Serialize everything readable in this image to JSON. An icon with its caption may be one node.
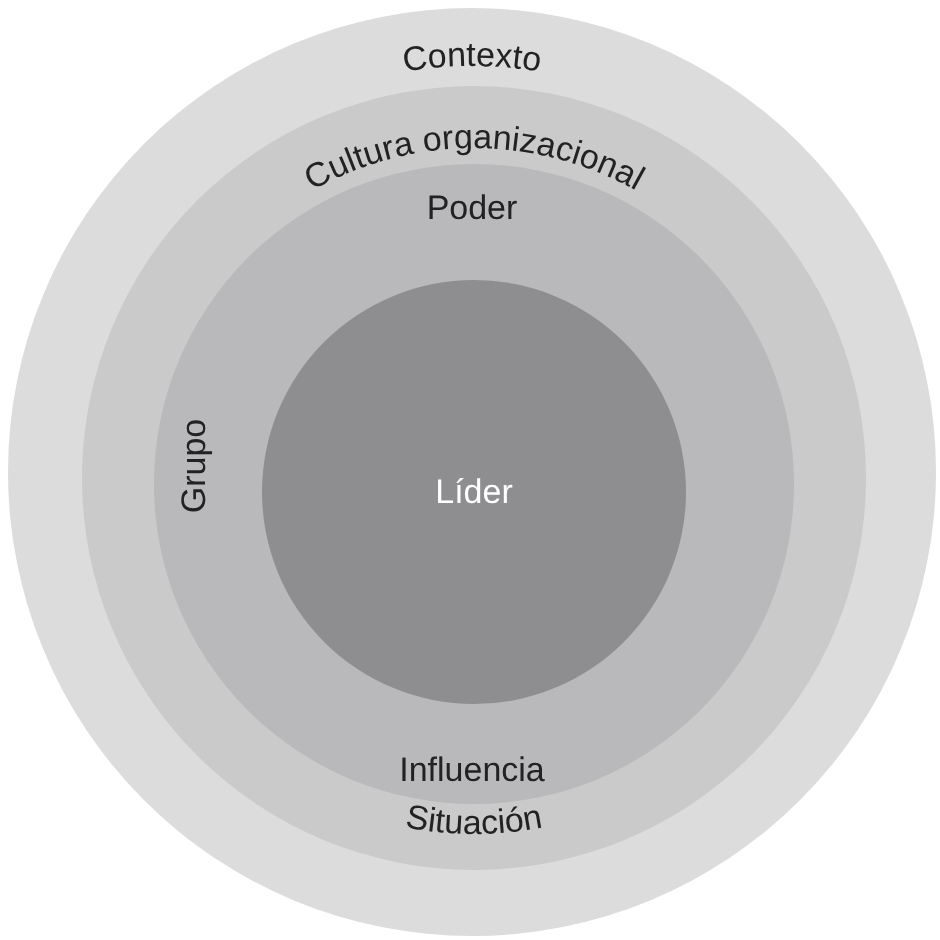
{
  "diagram": {
    "nodes": [
      {
        "text": [
          "Contexto"
        ]
      },
      {
        "text": [
          "Cultura organizacional",
          "Situación"
        ],
        "in": 0
      },
      {
        "text": [
          "Poder",
          "Grupo",
          "Influencia"
        ],
        "in": 1
      },
      {
        "text": [
          "Líder"
        ],
        "in": 2
      }
    ]
  }
}
